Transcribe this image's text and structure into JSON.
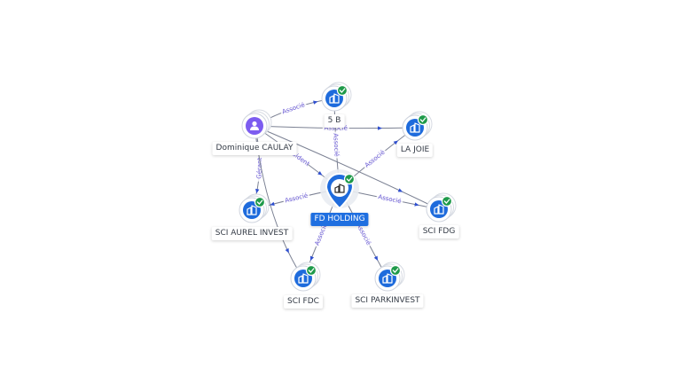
{
  "colors": {
    "company": "#1e6bdc",
    "person": "#7c5cf0",
    "check": "#1f9a4a",
    "edge": "#7b8193",
    "edge_label": "#6a5ad6",
    "focus_label_bg": "#1f6fe0"
  },
  "nodes": [
    {
      "id": "fd",
      "label": "FD HOLDING",
      "kind": "company-focus",
      "icon": "building-icon"
    },
    {
      "id": "dc",
      "label": "Dominique CAULAY",
      "kind": "person",
      "icon": "person-icon"
    },
    {
      "id": "b5",
      "label": "5 B",
      "kind": "company",
      "icon": "building-icon"
    },
    {
      "id": "lj",
      "label": "LA JOIE",
      "kind": "company",
      "icon": "building-icon"
    },
    {
      "id": "sa",
      "label": "SCI AUREL INVEST",
      "kind": "company",
      "icon": "building-icon"
    },
    {
      "id": "sg",
      "label": "SCI FDG",
      "kind": "company",
      "icon": "building-icon"
    },
    {
      "id": "sc",
      "label": "SCI FDC",
      "kind": "company",
      "icon": "building-icon"
    },
    {
      "id": "sp",
      "label": "SCI PARKINVEST",
      "kind": "company",
      "icon": "building-icon"
    }
  ],
  "edges": [
    {
      "from": "dc",
      "to": "b5",
      "label": "Associé"
    },
    {
      "from": "dc",
      "to": "lj",
      "label": "Associé"
    },
    {
      "from": "dc",
      "to": "fd",
      "label": "Président"
    },
    {
      "from": "dc",
      "to": "sg",
      "label": ""
    },
    {
      "from": "dc",
      "to": "sa",
      "label": "Gérant"
    },
    {
      "from": "dc",
      "to": "sc",
      "label": ""
    },
    {
      "from": "fd",
      "to": "b5",
      "label": "Associé"
    },
    {
      "from": "fd",
      "to": "lj",
      "label": "Associé"
    },
    {
      "from": "fd",
      "to": "sg",
      "label": "Associé"
    },
    {
      "from": "fd",
      "to": "sa",
      "label": "Associé"
    },
    {
      "from": "fd",
      "to": "sc",
      "label": "Associé"
    },
    {
      "from": "fd",
      "to": "sp",
      "label": "Associé"
    }
  ]
}
